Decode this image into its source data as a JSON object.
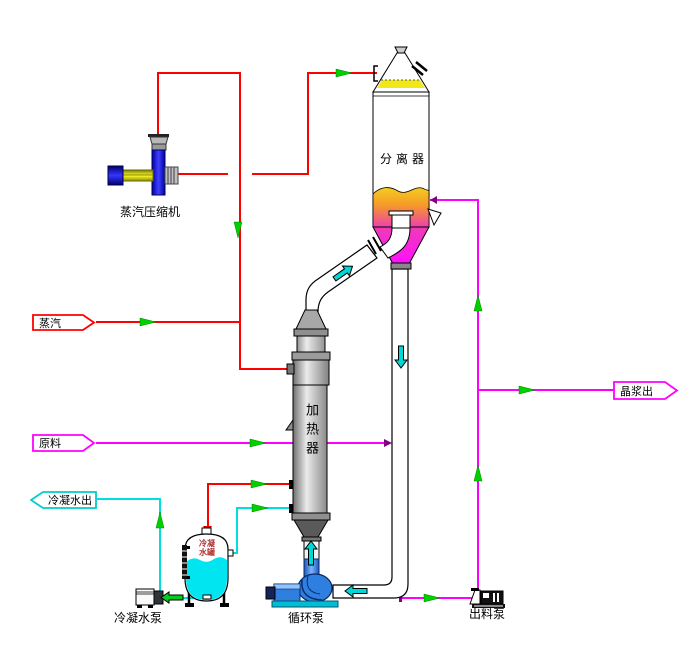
{
  "equipment": {
    "compressor": {
      "label": "蒸汽压缩机"
    },
    "separator": {
      "label": "分离器"
    },
    "heater": {
      "label": "加热器"
    },
    "condensate_tank": {
      "label_line1": "冷凝",
      "label_line2": "水罐"
    },
    "condensate_pump": {
      "label": "冷凝水泵"
    },
    "circulation_pump": {
      "label": "循环泵"
    },
    "discharge_pump": {
      "label": "出料泵"
    }
  },
  "streams": {
    "steam_in": {
      "label": "蒸汽"
    },
    "feed_in": {
      "label": "原料"
    },
    "condensate_out": {
      "label": "冷凝水出"
    },
    "slurry_out": {
      "label": "晶浆出"
    }
  },
  "colors": {
    "steam_line": "#ff0000",
    "feed_slurry_line": "#ff00ff",
    "condensate_line": "#00dede",
    "flow_arrow_green": "#00cf00",
    "pipe_arrow_cyan": "#00d8d8",
    "pump_blue": "#2e7fe0",
    "pump_base_teal": "#00bcd4",
    "tank_liquid": "#00e5f0",
    "separator_liquid_top": "#f5d020",
    "separator_liquid_bottom": "#ff00ff"
  }
}
